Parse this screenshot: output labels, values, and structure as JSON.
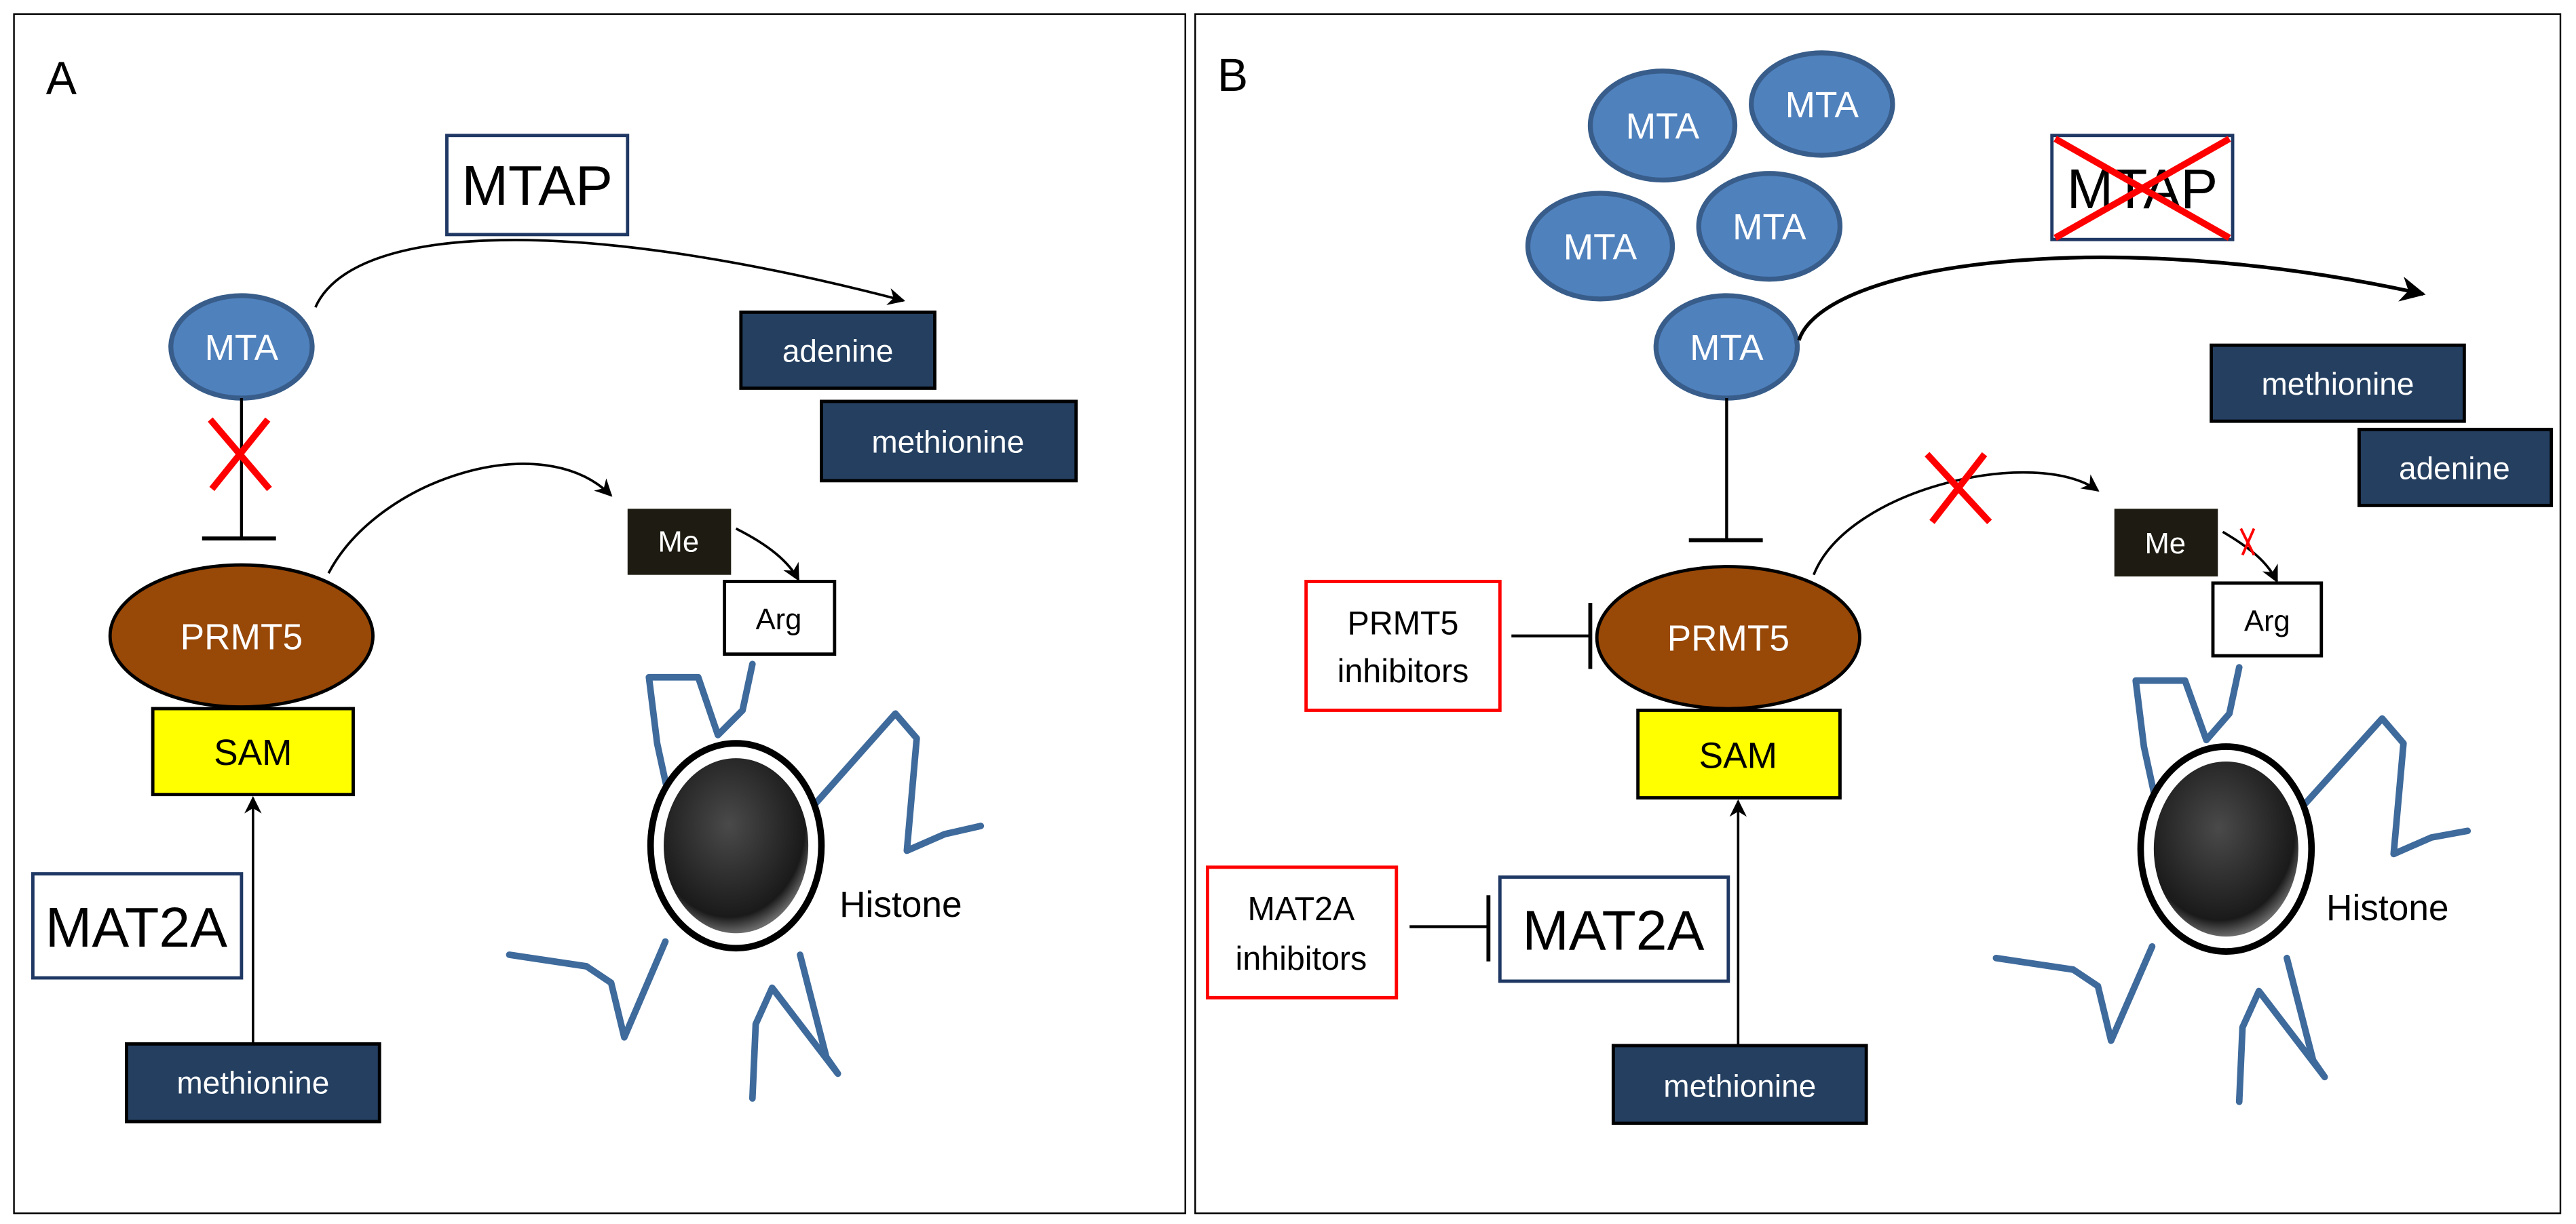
{
  "figure": {
    "type": "pathway-diagram",
    "panels": [
      {
        "label": "A",
        "condition": "MTAP intact",
        "mtap": {
          "label": "MTAP",
          "deleted": false
        },
        "mta": {
          "label": "MTA",
          "count": 1
        },
        "mtap_products": [
          "adenine",
          "methionine"
        ],
        "mta_inhibition_of_prmt5": "blocked",
        "prmt5": {
          "label": "PRMT5"
        },
        "sam": {
          "label": "SAM"
        },
        "mat2a": {
          "label": "MAT2A"
        },
        "methionine_input": {
          "label": "methionine"
        },
        "methyl": {
          "label": "Me"
        },
        "arginine": {
          "label": "Arg"
        },
        "histone": {
          "label": "Histone"
        },
        "methylation_transfer": "active"
      },
      {
        "label": "B",
        "condition": "MTAP deleted",
        "mtap": {
          "label": "MTAP",
          "deleted": true
        },
        "mta": {
          "label": "MTA",
          "count": 5
        },
        "mtap_products": [
          "methionine",
          "adenine"
        ],
        "mta_inhibition_of_prmt5": "active",
        "prmt5": {
          "label": "PRMT5"
        },
        "sam": {
          "label": "SAM"
        },
        "mat2a": {
          "label": "MAT2A"
        },
        "methionine_input": {
          "label": "methionine"
        },
        "methyl": {
          "label": "Me"
        },
        "arginine": {
          "label": "Arg"
        },
        "histone": {
          "label": "Histone"
        },
        "prmt5_inhibitors": {
          "line1": "PRMT5",
          "line2": "inhibitors"
        },
        "mat2a_inhibitors": {
          "line1": "MAT2A",
          "line2": "inhibitors"
        },
        "methylation_transfer": "blocked"
      }
    ]
  },
  "colors": {
    "mta_fill": "#4F81BD",
    "mta_stroke": "#385D8A",
    "metabolite_box": "#243F60",
    "prmt5_fill": "#984807",
    "sam_fill": "#FFFF00",
    "methyl_box": "#1E1C12",
    "inhibitor_outline": "#FF0000",
    "block_mark": "#FF0000",
    "histone_tail": "#3E6A9C",
    "enzyme_outline": "#1F3864"
  }
}
